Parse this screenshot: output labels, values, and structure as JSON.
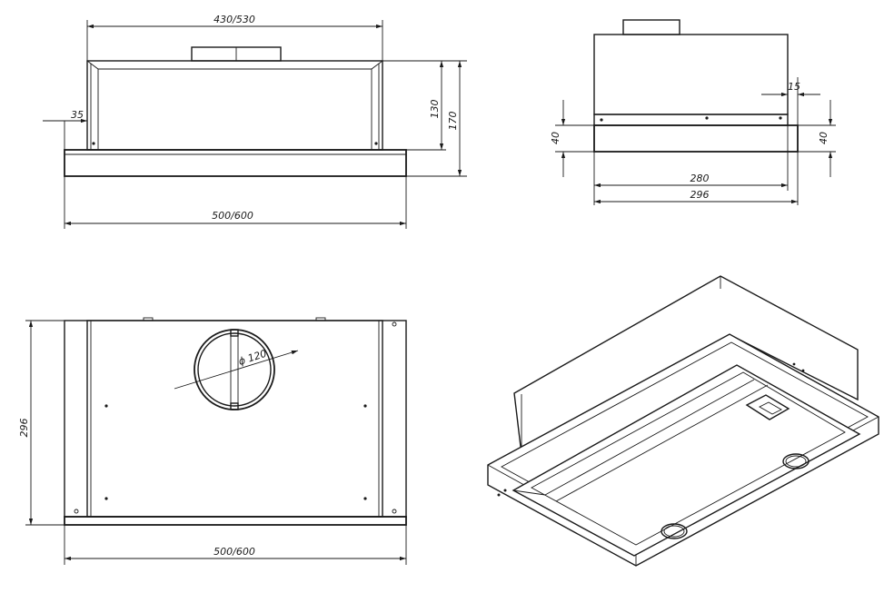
{
  "front_view": {
    "top_width": "430/530",
    "side_inset": "35",
    "body_height": "130",
    "total_height": "170",
    "bottom_width": "500/600"
  },
  "side_view": {
    "slider_offset": "15",
    "left_height": "40",
    "right_height": "40",
    "inner_depth": "280",
    "total_depth": "296"
  },
  "top_view": {
    "depth": "296",
    "duct_diameter": "ϕ 120",
    "width": "500/600"
  }
}
